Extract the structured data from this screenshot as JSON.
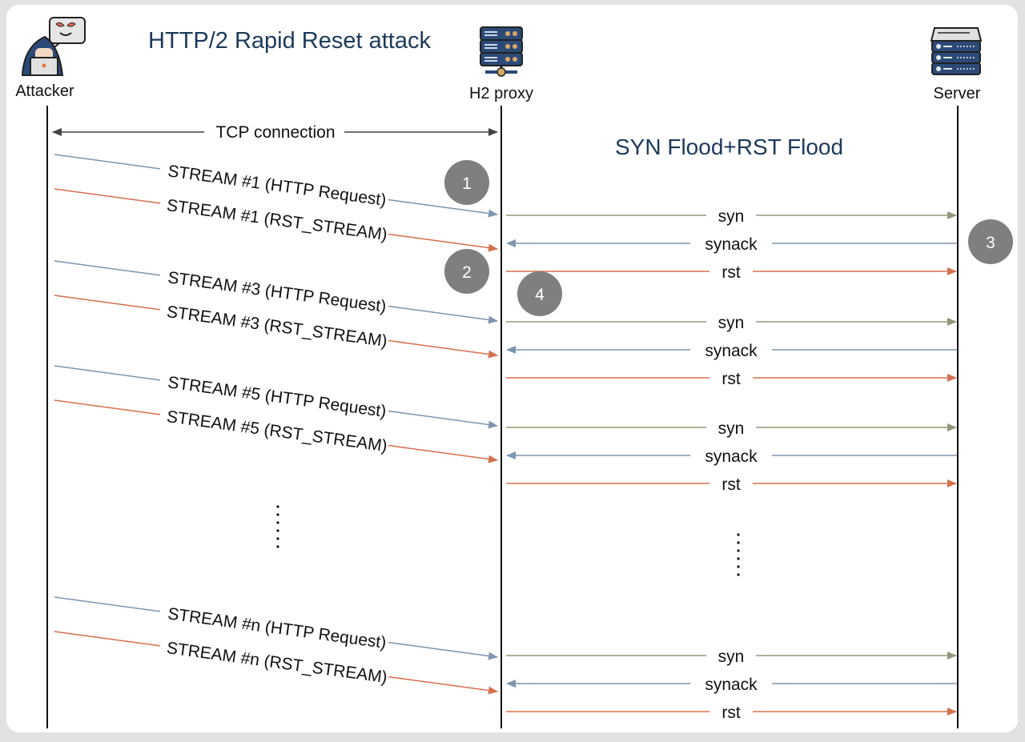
{
  "title": "HTTP/2 Rapid Reset attack",
  "subtitle": "SYN Flood+RST Flood",
  "actors": [
    {
      "id": "attacker",
      "label": "Attacker",
      "icon": "hacker-icon"
    },
    {
      "id": "proxy",
      "label": "H2 proxy",
      "icon": "server-network-icon"
    },
    {
      "id": "server",
      "label": "Server",
      "icon": "server-rack-icon"
    }
  ],
  "tcp_connection_label": "TCP connection",
  "colors": {
    "request": "#7d95b0",
    "reset": "#d6704e",
    "syn": "#8f9a7a",
    "synack": "#7d95b0",
    "rst": "#d6704e",
    "badge": "#7f7f7f",
    "title": "#1b3a5c"
  },
  "streams": [
    {
      "request_label": "STREAM #1 (HTTP Request)",
      "reset_label": "STREAM #1 (RST_STREAM)"
    },
    {
      "request_label": "STREAM #3 (HTTP Request)",
      "reset_label": "STREAM #3 (RST_STREAM)"
    },
    {
      "request_label": "STREAM #5 (HTTP Request)",
      "reset_label": "STREAM #5 (RST_STREAM)"
    },
    {
      "request_label": "STREAM #n (HTTP Request)",
      "reset_label": "STREAM #n (RST_STREAM)"
    }
  ],
  "backend_messages": {
    "syn": "syn",
    "synack": "synack",
    "rst": "rst"
  },
  "badges": [
    "1",
    "2",
    "3",
    "4"
  ],
  "ellipsis": "......"
}
